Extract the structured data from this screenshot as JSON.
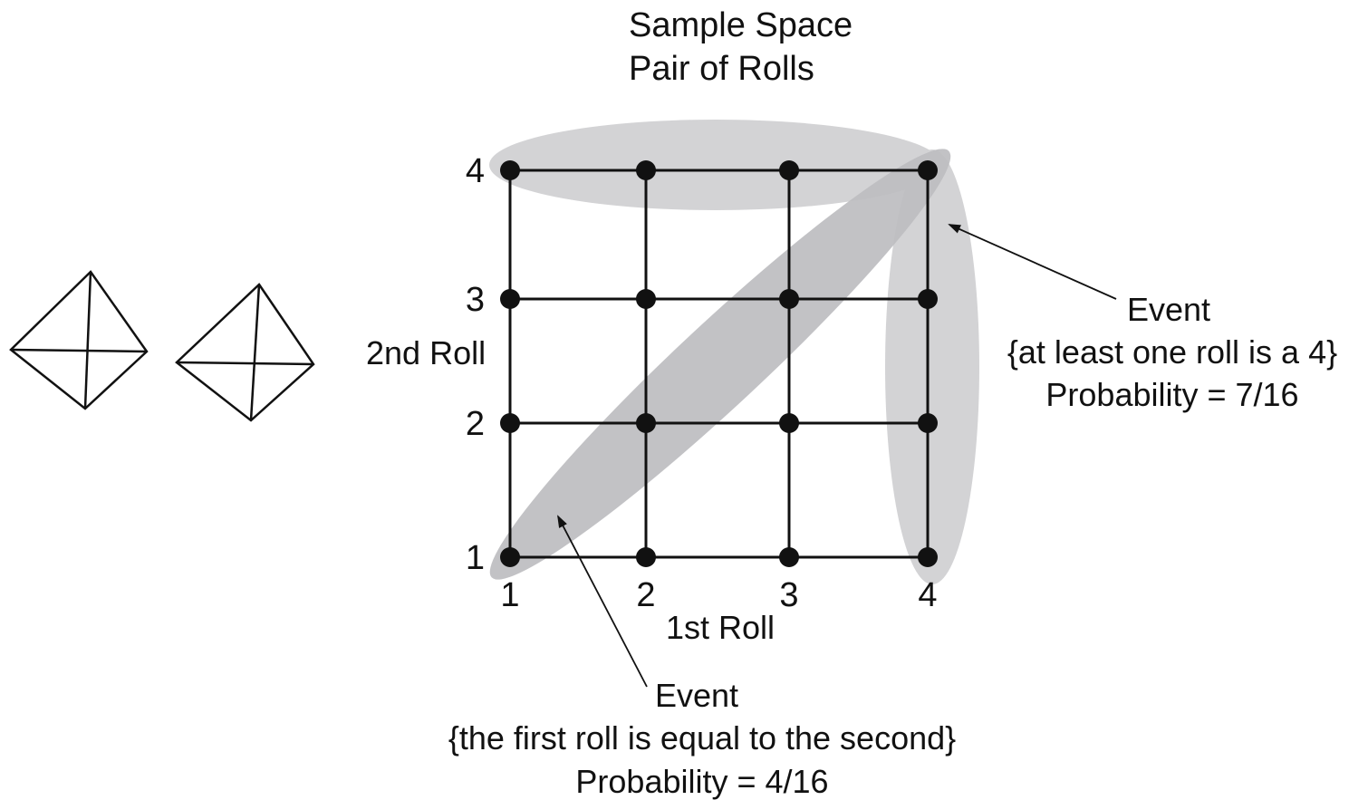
{
  "title": {
    "line1": "Sample Space",
    "line2": "Pair of Rolls"
  },
  "axes": {
    "x_label": "1st Roll",
    "y_label": "2nd Roll",
    "x_ticks": [
      "1",
      "2",
      "3",
      "4"
    ],
    "y_ticks": [
      "1",
      "2",
      "3",
      "4"
    ]
  },
  "sample_points": [
    [
      1,
      1
    ],
    [
      1,
      2
    ],
    [
      1,
      3
    ],
    [
      1,
      4
    ],
    [
      2,
      1
    ],
    [
      2,
      2
    ],
    [
      2,
      3
    ],
    [
      2,
      4
    ],
    [
      3,
      1
    ],
    [
      3,
      2
    ],
    [
      3,
      3
    ],
    [
      3,
      4
    ],
    [
      4,
      1
    ],
    [
      4,
      2
    ],
    [
      4,
      3
    ],
    [
      4,
      4
    ]
  ],
  "events": {
    "at_least_one_four": {
      "heading": "Event",
      "description": "{at least one roll is a 4}",
      "probability": "Probability = 7/16"
    },
    "first_equals_second": {
      "heading": "Event",
      "description": "{the first roll is equal to the second}",
      "probability": "Probability = 4/16"
    }
  },
  "colors": {
    "grid": "#111111",
    "point": "#111111",
    "event_region": "#c9c9cb",
    "diagonal_region": "#bdbdc0"
  },
  "icons": [
    "tetrahedral-die-icon",
    "tetrahedral-die-icon"
  ]
}
